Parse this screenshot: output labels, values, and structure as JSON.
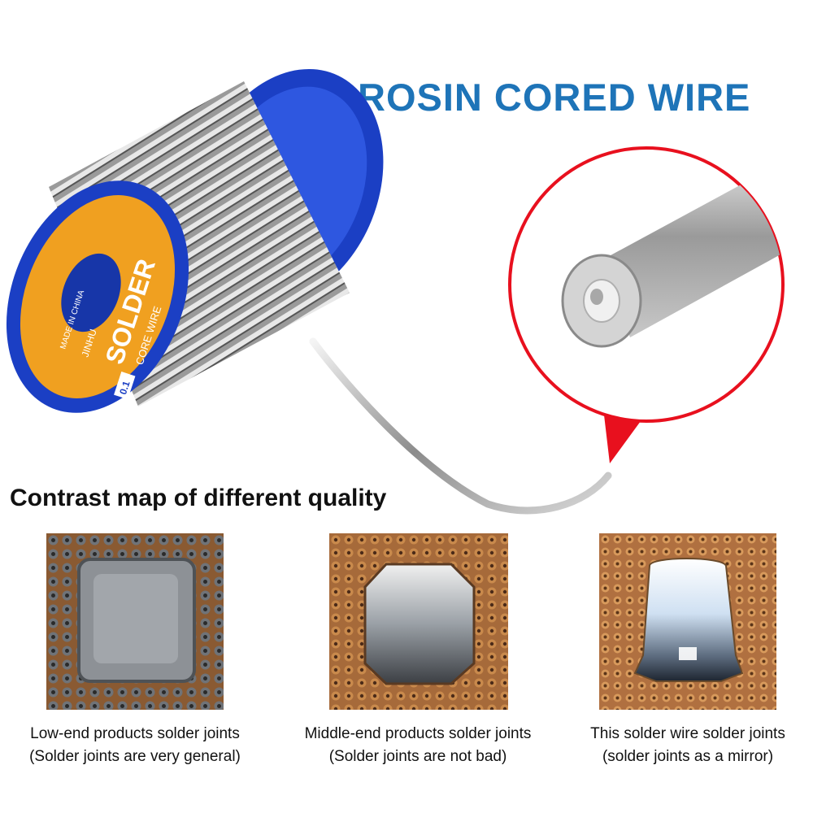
{
  "headline": "ROSIN CORED WIRE",
  "spool_label": {
    "brand": "SOLDER",
    "subtitle": "CORE WIRE",
    "maker": "JINHU",
    "origin": "MADE IN CHINA",
    "spec_badge": "0.1"
  },
  "contrast_heading": "Contrast map of different quality",
  "samples": [
    {
      "title": "Low-end products solder joints",
      "note": "(Solder joints are very general)"
    },
    {
      "title": "Middle-end products solder joints",
      "note": "(Solder joints are not bad)"
    },
    {
      "title": "This solder wire solder joints",
      "note": "(solder joints as a mirror)"
    }
  ],
  "colors": {
    "headline_blue": "#1e74b8",
    "spool_blue": "#1b3fc4",
    "label_orange": "#f0a020",
    "callout_red": "#e8101e",
    "pcb_brown": "#a56a3a"
  }
}
